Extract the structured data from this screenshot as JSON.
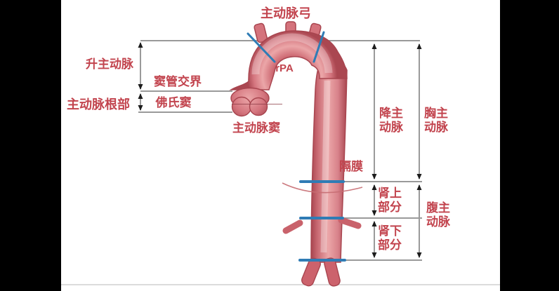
{
  "diagram": {
    "description": "Anatomical diagram of the aorta with segment measurement annotations",
    "labels": {
      "aortic_arch": {
        "text": "主动脉弓"
      },
      "rpa": {
        "text": "rPA"
      },
      "ascending_aorta": {
        "text": "升主动脉"
      },
      "sinotubular_junction": {
        "text": "窦管交界"
      },
      "aortic_root": {
        "text": "主动脉根部"
      },
      "sinus_of_valsalva": {
        "text": "佛氏窦"
      },
      "aortic_sinus": {
        "text": "主动脉窦"
      },
      "descending_aorta": {
        "line1": "降主",
        "line2": "动脉"
      },
      "thoracic_aorta": {
        "line1": "胸主",
        "line2": "动脉"
      },
      "diaphragm": {
        "text": "隔膜"
      },
      "suprarenal_segment": {
        "line1": "肾上",
        "line2": "部分"
      },
      "abdominal_aorta": {
        "line1": "腹主",
        "line2": "动脉"
      },
      "infrarenal_segment": {
        "line1": "肾下",
        "line2": "部分"
      }
    },
    "colors": {
      "label_text": "#c2444e",
      "measurement_line": "#9a9a9a",
      "arrowhead": "#1c1c1c",
      "blue_marker": "#2f7cb5",
      "aorta_fill": "#d4737c",
      "aorta_edge": "#a8454f",
      "aorta_highlight": "#eba6a8",
      "background": "#ffffff",
      "letterbox": "#000000"
    }
  }
}
